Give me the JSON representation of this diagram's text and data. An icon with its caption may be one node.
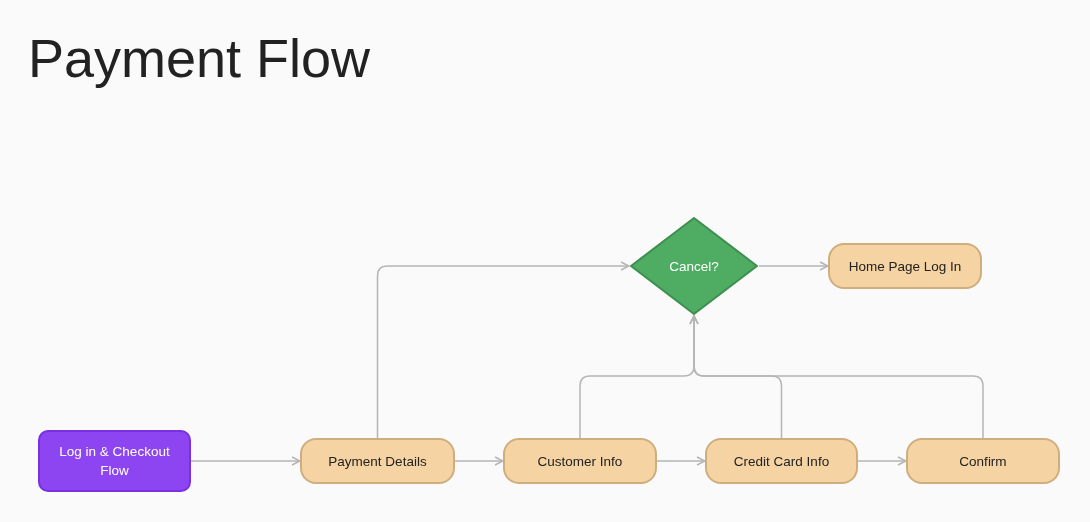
{
  "diagram": {
    "title": "Payment Flow",
    "nodes": [
      {
        "text": [
          "Log in & Checkout Flow"
        ]
      },
      {
        "text": [
          "Payment Details"
        ]
      },
      {
        "text": [
          "Customer Info"
        ]
      },
      {
        "text": [
          "Credit Card Info"
        ]
      },
      {
        "text": [
          "Confirm"
        ]
      },
      {
        "text": [
          "Cancel?"
        ]
      },
      {
        "text": [
          "Home Page Log In"
        ]
      }
    ],
    "edges": [
      {
        "from": 0,
        "to": 1,
        "arrow": "to"
      },
      {
        "from": 1,
        "to": 2,
        "arrow": "to"
      },
      {
        "from": 2,
        "to": 3,
        "arrow": "to"
      },
      {
        "from": 3,
        "to": 4,
        "arrow": "to"
      },
      {
        "from": 1,
        "to": 5,
        "arrow": "to"
      },
      {
        "from": 2,
        "to": 5,
        "arrow": "to"
      },
      {
        "from": 3,
        "to": 5,
        "arrow": "to"
      },
      {
        "from": 4,
        "to": 5,
        "arrow": "to"
      },
      {
        "from": 5,
        "to": 6,
        "arrow": "to"
      }
    ]
  }
}
